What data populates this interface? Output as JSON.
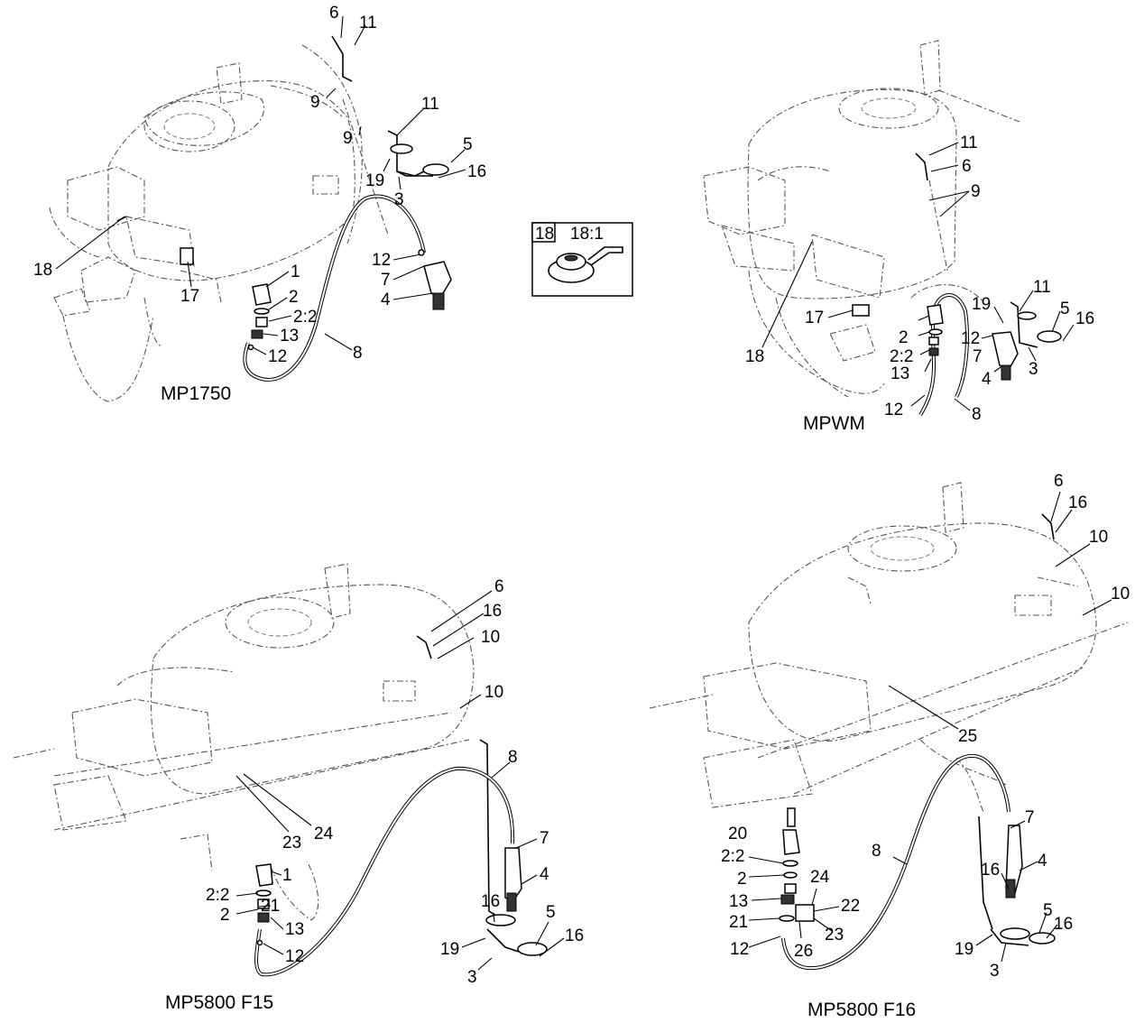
{
  "views": [
    {
      "caption": "MP1750",
      "callouts": [
        "6",
        "11",
        "9",
        "9",
        "11",
        "5",
        "16",
        "19",
        "3",
        "18",
        "1",
        "17",
        "2",
        "2:2",
        "13",
        "12",
        "8",
        "12",
        "7",
        "4"
      ]
    },
    {
      "caption": "MPWM",
      "callouts": [
        "11",
        "6",
        "9",
        "18",
        "19",
        "11",
        "5",
        "16",
        "17",
        "2",
        "12",
        "2:2",
        "7",
        "3",
        "13",
        "4",
        "12",
        "8"
      ]
    },
    {
      "caption": "MP5800 F15",
      "callouts": [
        "6",
        "16",
        "10",
        "10",
        "8",
        "23",
        "24",
        "7",
        "4",
        "1",
        "2:2",
        "21",
        "2",
        "13",
        "16",
        "12",
        "5",
        "16",
        "19",
        "3"
      ]
    },
    {
      "caption": "MP5800 F16",
      "callouts": [
        "6",
        "16",
        "10",
        "10",
        "25",
        "7",
        "8",
        "20",
        "4",
        "2:2",
        "16",
        "24",
        "2",
        "22",
        "13",
        "23",
        "21",
        "5",
        "16",
        "12",
        "26",
        "19",
        "3"
      ]
    }
  ],
  "detail_box": {
    "index": "18",
    "label": "18:1"
  }
}
